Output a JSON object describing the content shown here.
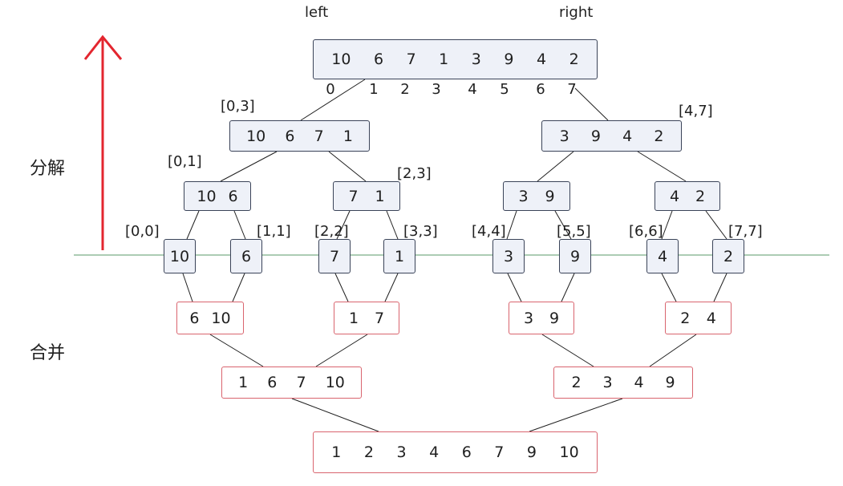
{
  "header": {
    "left": "left",
    "right": "right"
  },
  "side_labels": {
    "split": "分解",
    "merge": "合并"
  },
  "root": {
    "values": [
      "10",
      "6",
      "7",
      "1",
      "3",
      "9",
      "4",
      "2"
    ],
    "indices": [
      "0",
      "1",
      "2",
      "3",
      "4",
      "5",
      "6",
      "7"
    ]
  },
  "split": {
    "level1": [
      {
        "range": "[0,3]",
        "values": [
          "10",
          "6",
          "7",
          "1"
        ]
      },
      {
        "range": "[4,7]",
        "values": [
          "3",
          "9",
          "4",
          "2"
        ]
      }
    ],
    "level2": [
      {
        "range": "[0,1]",
        "values": [
          "10",
          "6"
        ]
      },
      {
        "range": "[2,3]",
        "values": [
          "7",
          "1"
        ]
      },
      {
        "range": "",
        "values": [
          "3",
          "9"
        ]
      },
      {
        "range": "",
        "values": [
          "4",
          "2"
        ]
      }
    ],
    "level3": [
      {
        "range": "[0,0]",
        "value": "10"
      },
      {
        "range": "[1,1]",
        "value": "6"
      },
      {
        "range": "[2,2]",
        "value": "7"
      },
      {
        "range": "[3,3]",
        "value": "1"
      },
      {
        "range": "[4,4]",
        "value": "3"
      },
      {
        "range": "[5,5]",
        "value": "9"
      },
      {
        "range": "[6,6]",
        "value": "4"
      },
      {
        "range": "[7,7]",
        "value": "2"
      }
    ]
  },
  "merge": {
    "level1": [
      [
        "6",
        "10"
      ],
      [
        "1",
        "7"
      ],
      [
        "3",
        "9"
      ],
      [
        "2",
        "4"
      ]
    ],
    "level2": [
      [
        "1",
        "6",
        "7",
        "10"
      ],
      [
        "2",
        "3",
        "4",
        "9"
      ]
    ],
    "level3": [
      "1",
      "2",
      "3",
      "4",
      "6",
      "7",
      "9",
      "10"
    ]
  },
  "colors": {
    "split_box_border": "#3a4358",
    "split_box_fill": "#eef1f8",
    "merge_box_border": "#d9646e",
    "arrow": "#e3262f",
    "divider": "#5a9a6a"
  }
}
